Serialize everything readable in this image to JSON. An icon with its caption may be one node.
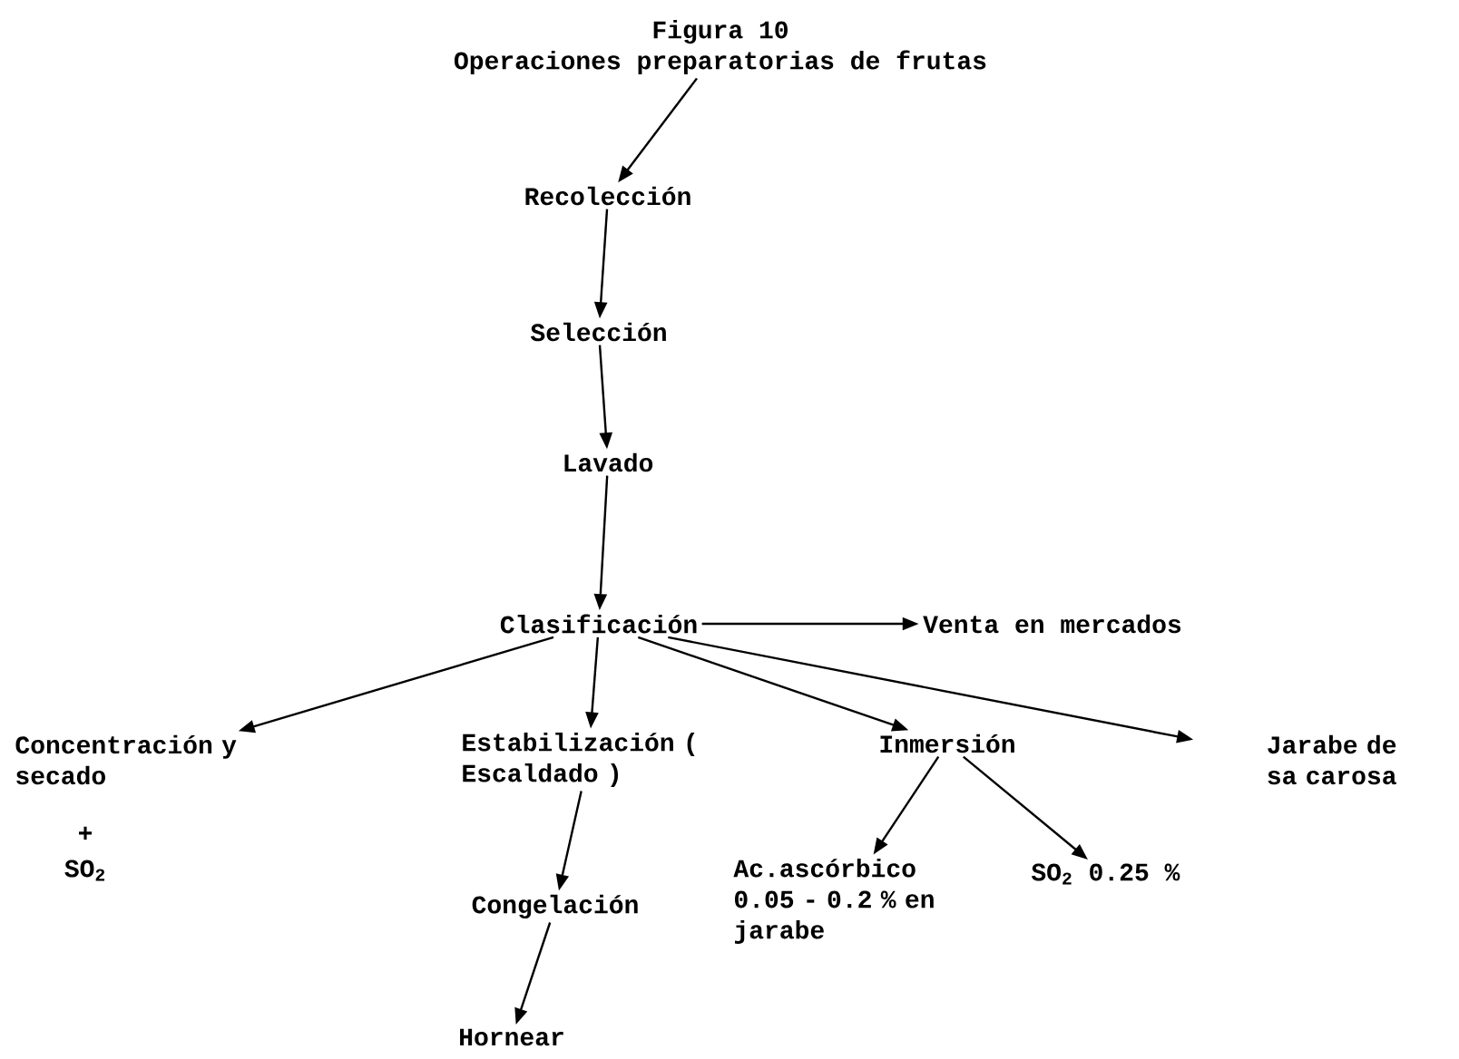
{
  "diagram": {
    "nodes": [
      {
        "text": [
          "Figura 10",
          "Operaciones preparatorias de frutas"
        ]
      },
      {
        "text": [
          "Recolección"
        ]
      },
      {
        "text": [
          "Selección"
        ]
      },
      {
        "text": [
          "Lavado"
        ]
      },
      {
        "text": [
          "Clasificación"
        ]
      },
      {
        "text": [
          "Venta en mercados"
        ]
      },
      {
        "text": [
          "Concentración y secado"
        ],
        "beside": [
          "+",
          "SO$_{2}$"
        ]
      },
      {
        "text": [
          "Estabilización ( Escaldado )"
        ]
      },
      {
        "text": [
          "Inmersión"
        ]
      },
      {
        "text": [
          "Jarabe de sa carosa"
        ]
      },
      {
        "text": [
          "Congelación"
        ]
      },
      {
        "text": [
          "Hornear"
        ]
      },
      {
        "text": [
          "Ac.ascórbico 0.05 - 0.2 % en jarabe"
        ]
      },
      {
        "text": [
          "SO$_{2}$ 0.25 %"
        ]
      }
    ],
    "edges": [
      {
        "from": 0,
        "to": 1,
        "arrow": "to"
      },
      {
        "from": 1,
        "to": 2,
        "arrow": "to"
      },
      {
        "from": 2,
        "to": 3,
        "arrow": "to"
      },
      {
        "from": 3,
        "to": 4,
        "arrow": "to"
      },
      {
        "from": 4,
        "to": 5,
        "arrow": "to"
      },
      {
        "from": 4,
        "to": 6,
        "arrow": "to"
      },
      {
        "from": 4,
        "to": 7,
        "arrow": "to"
      },
      {
        "from": 4,
        "to": 8,
        "arrow": "to"
      },
      {
        "from": 4,
        "to": 9,
        "arrow": "to"
      },
      {
        "from": 7,
        "to": 10,
        "arrow": "to"
      },
      {
        "from": 10,
        "to": 11,
        "arrow": "to"
      },
      {
        "from": 8,
        "to": 12,
        "arrow": "to"
      },
      {
        "from": 8,
        "to": 13,
        "arrow": "to"
      }
    ]
  }
}
